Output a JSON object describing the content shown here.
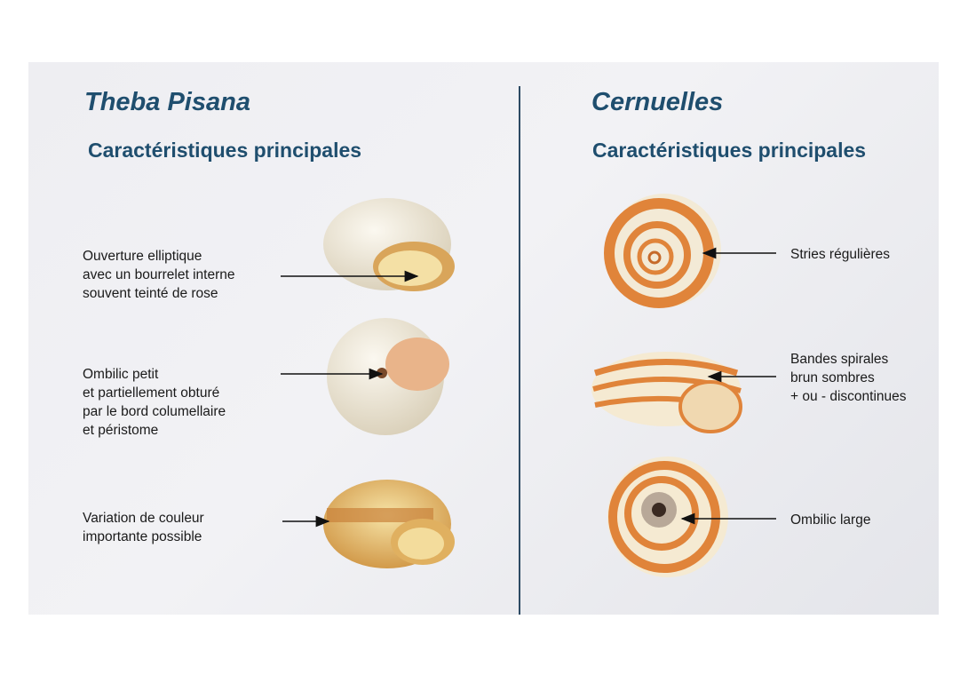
{
  "left": {
    "title": "Theba Pisana",
    "subtitle": "Caractéristiques principales",
    "features": [
      {
        "lines": [
          "Ouverture elliptique",
          "avec un bourrelet interne",
          "souvent teinté de rose"
        ]
      },
      {
        "lines": [
          "Ombilic petit",
          "et partiellement obturé",
          "par le bord columellaire",
          "et péristome"
        ]
      },
      {
        "lines": [
          "Variation de couleur",
          "importante possible"
        ]
      }
    ]
  },
  "right": {
    "title": "Cernuelles",
    "subtitle": "Caractéristiques principales",
    "features": [
      {
        "lines": [
          "Stries régulières"
        ]
      },
      {
        "lines": [
          "Bandes spirales",
          "brun sombres",
          "+ ou - discontinues"
        ]
      },
      {
        "lines": [
          "Ombilic large"
        ]
      }
    ]
  },
  "colors": {
    "heading": "#1f4e6e",
    "divider": "#2d4a63",
    "orange": "#e0843a",
    "cream": "#f3ead6"
  }
}
